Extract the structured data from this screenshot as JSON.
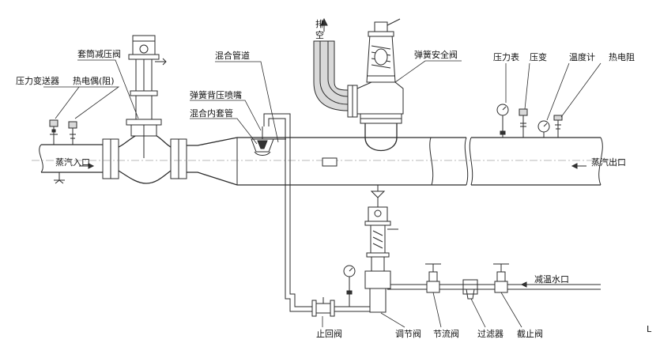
{
  "labels": {
    "sleeve_pressure_reducing_valve": "套筒减压阀",
    "pressure_transmitter": "压力变送器",
    "thermocouple": "热电偶(阻)",
    "steam_inlet": "蒸汽入口",
    "mixing_pipe": "混合管道",
    "spring_backpressure_nozzle": "弹簧背压喷嘴",
    "mixing_inner_sleeve": "混合内套管",
    "exhaust_char1": "排",
    "exhaust_char2": "空",
    "spring_safety_valve": "弹簧安全阀",
    "pressure_gauge": "压力表",
    "pressure_transducer": "压变",
    "thermometer": "温度计",
    "thermal_resistor": "热电阻",
    "steam_outlet": "蒸汽出口",
    "desuperheat_water_inlet": "减温水口",
    "check_valve": "止回阀",
    "control_valve": "调节阀",
    "throttle_valve": "节流阀",
    "filter": "过滤器",
    "stop_valve": "截止阀",
    "corner_mark": "L"
  },
  "colors": {
    "line": "#2b2b2b",
    "background": "#ffffff",
    "shade": "#d9d9d9"
  }
}
